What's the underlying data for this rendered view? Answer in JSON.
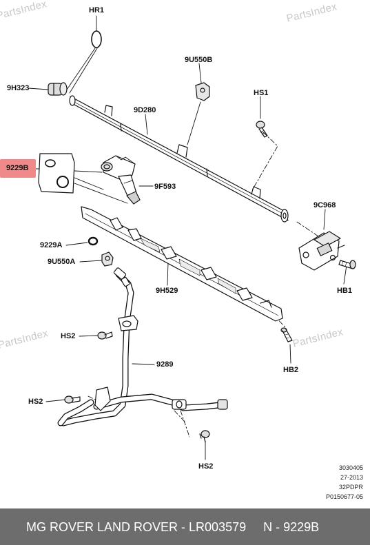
{
  "watermark": "PartsIndex",
  "labels": {
    "hr1": "HR1",
    "p9h323": "9H323",
    "p9u550b": "9U550B",
    "hs1_top": "HS1",
    "p9d280": "9D280",
    "p9229b": "9229B",
    "p9f593": "9F593",
    "p9c968": "9C968",
    "p9229a": "9229A",
    "p9u550a": "9U550A",
    "hb1": "HB1",
    "p9h529": "9H529",
    "hs2_a": "HS2",
    "p9289": "9289",
    "hb2": "HB2",
    "hs2_b": "HS2",
    "hs2_c": "HS2"
  },
  "reference": [
    "3030405",
    "27-2013",
    "32PDPR",
    "P0150677-05"
  ],
  "footer": {
    "text": "MG ROVER LAND ROVER - LR003579     N - 9229B"
  },
  "colors": {
    "highlight": "#f08a8a",
    "footer_bg": "#6d6d6d",
    "line": "#111111"
  }
}
